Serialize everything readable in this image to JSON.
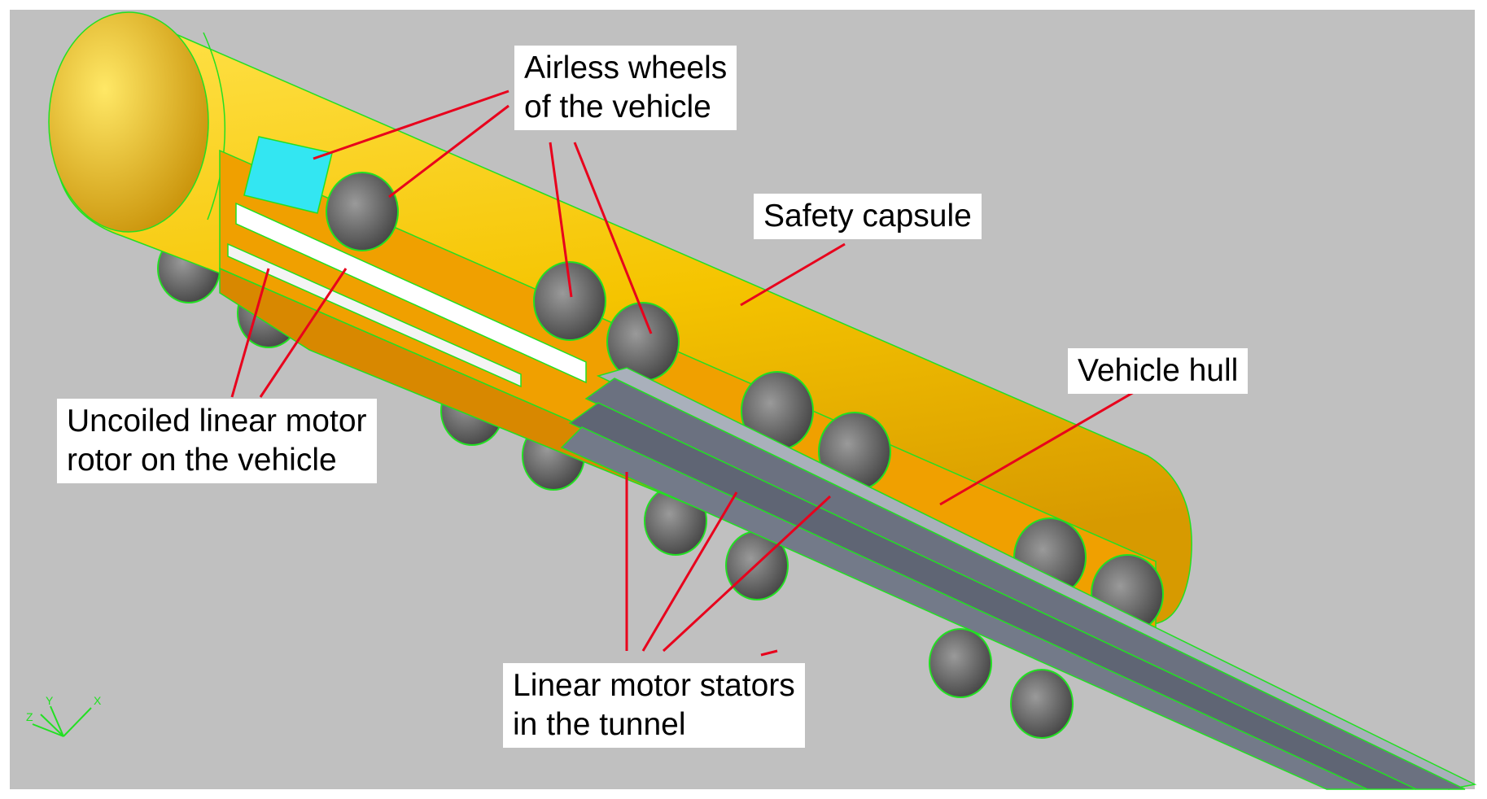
{
  "colors": {
    "background": "#c0c0c0",
    "capsule": "#f5c400",
    "hull": "#f0a000",
    "stator": "#6b7180",
    "stator_top": "#8e95a2",
    "wheel": "#6e6e6e",
    "edges": "#22e022",
    "leader": "#e8001c",
    "cyan_part": "#33e6f2",
    "rotor_strip": "#ffffff"
  },
  "labels": {
    "airless_wheels": {
      "line1": "Airless wheels",
      "line2": "of the vehicle"
    },
    "safety_capsule": {
      "line1": "Safety capsule"
    },
    "vehicle_hull": {
      "line1": "Vehicle hull"
    },
    "rotor": {
      "line1": "Uncoiled linear motor",
      "line2": "rotor on the vehicle"
    },
    "stators": {
      "line1": "Linear motor stators",
      "line2": "in the tunnel"
    }
  },
  "triad": {
    "x": "X",
    "y": "Y",
    "z": "Z",
    "icon": "coordinate-triad-icon"
  }
}
